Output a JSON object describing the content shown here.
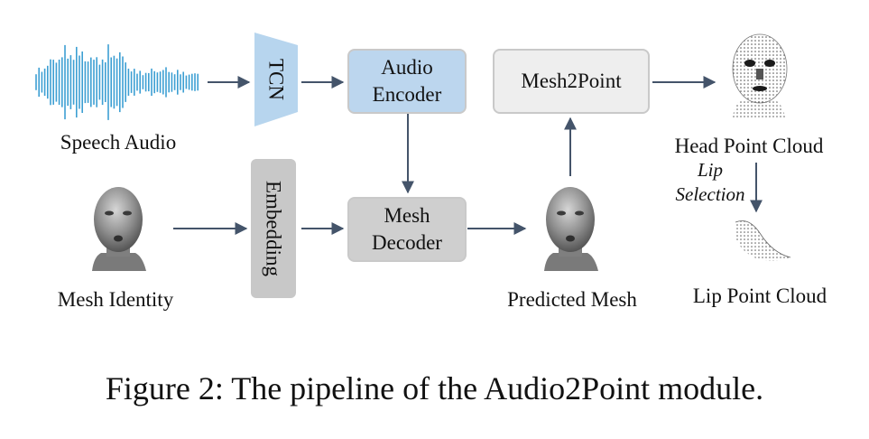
{
  "nodes": {
    "speech_audio": "Speech Audio",
    "tcn": "TCN",
    "audio_encoder_line1": "Audio",
    "audio_encoder_line2": "Encoder",
    "mesh2point": "Mesh2Point",
    "head_point_cloud": "Head Point Cloud",
    "lip_selection_line1": "Lip",
    "lip_selection_line2": "Selection",
    "lip_point_cloud": "Lip Point Cloud",
    "mesh_identity": "Mesh Identity",
    "embedding": "Embedding",
    "mesh_decoder_line1": "Mesh",
    "mesh_decoder_line2": "Decoder",
    "predicted_mesh": "Predicted Mesh"
  },
  "caption": "Figure 2: The pipeline of the Audio2Point module.",
  "colors": {
    "waveform": "#3d9fd3",
    "tcn_fill": "#b7d5ee",
    "audio_encoder_fill": "#bcd6ee",
    "mesh2point_fill": "#eeeeee",
    "embedding_fill": "#c8c8c8",
    "mesh_decoder_fill": "#cfcfcf",
    "arrow": "#44546a"
  }
}
